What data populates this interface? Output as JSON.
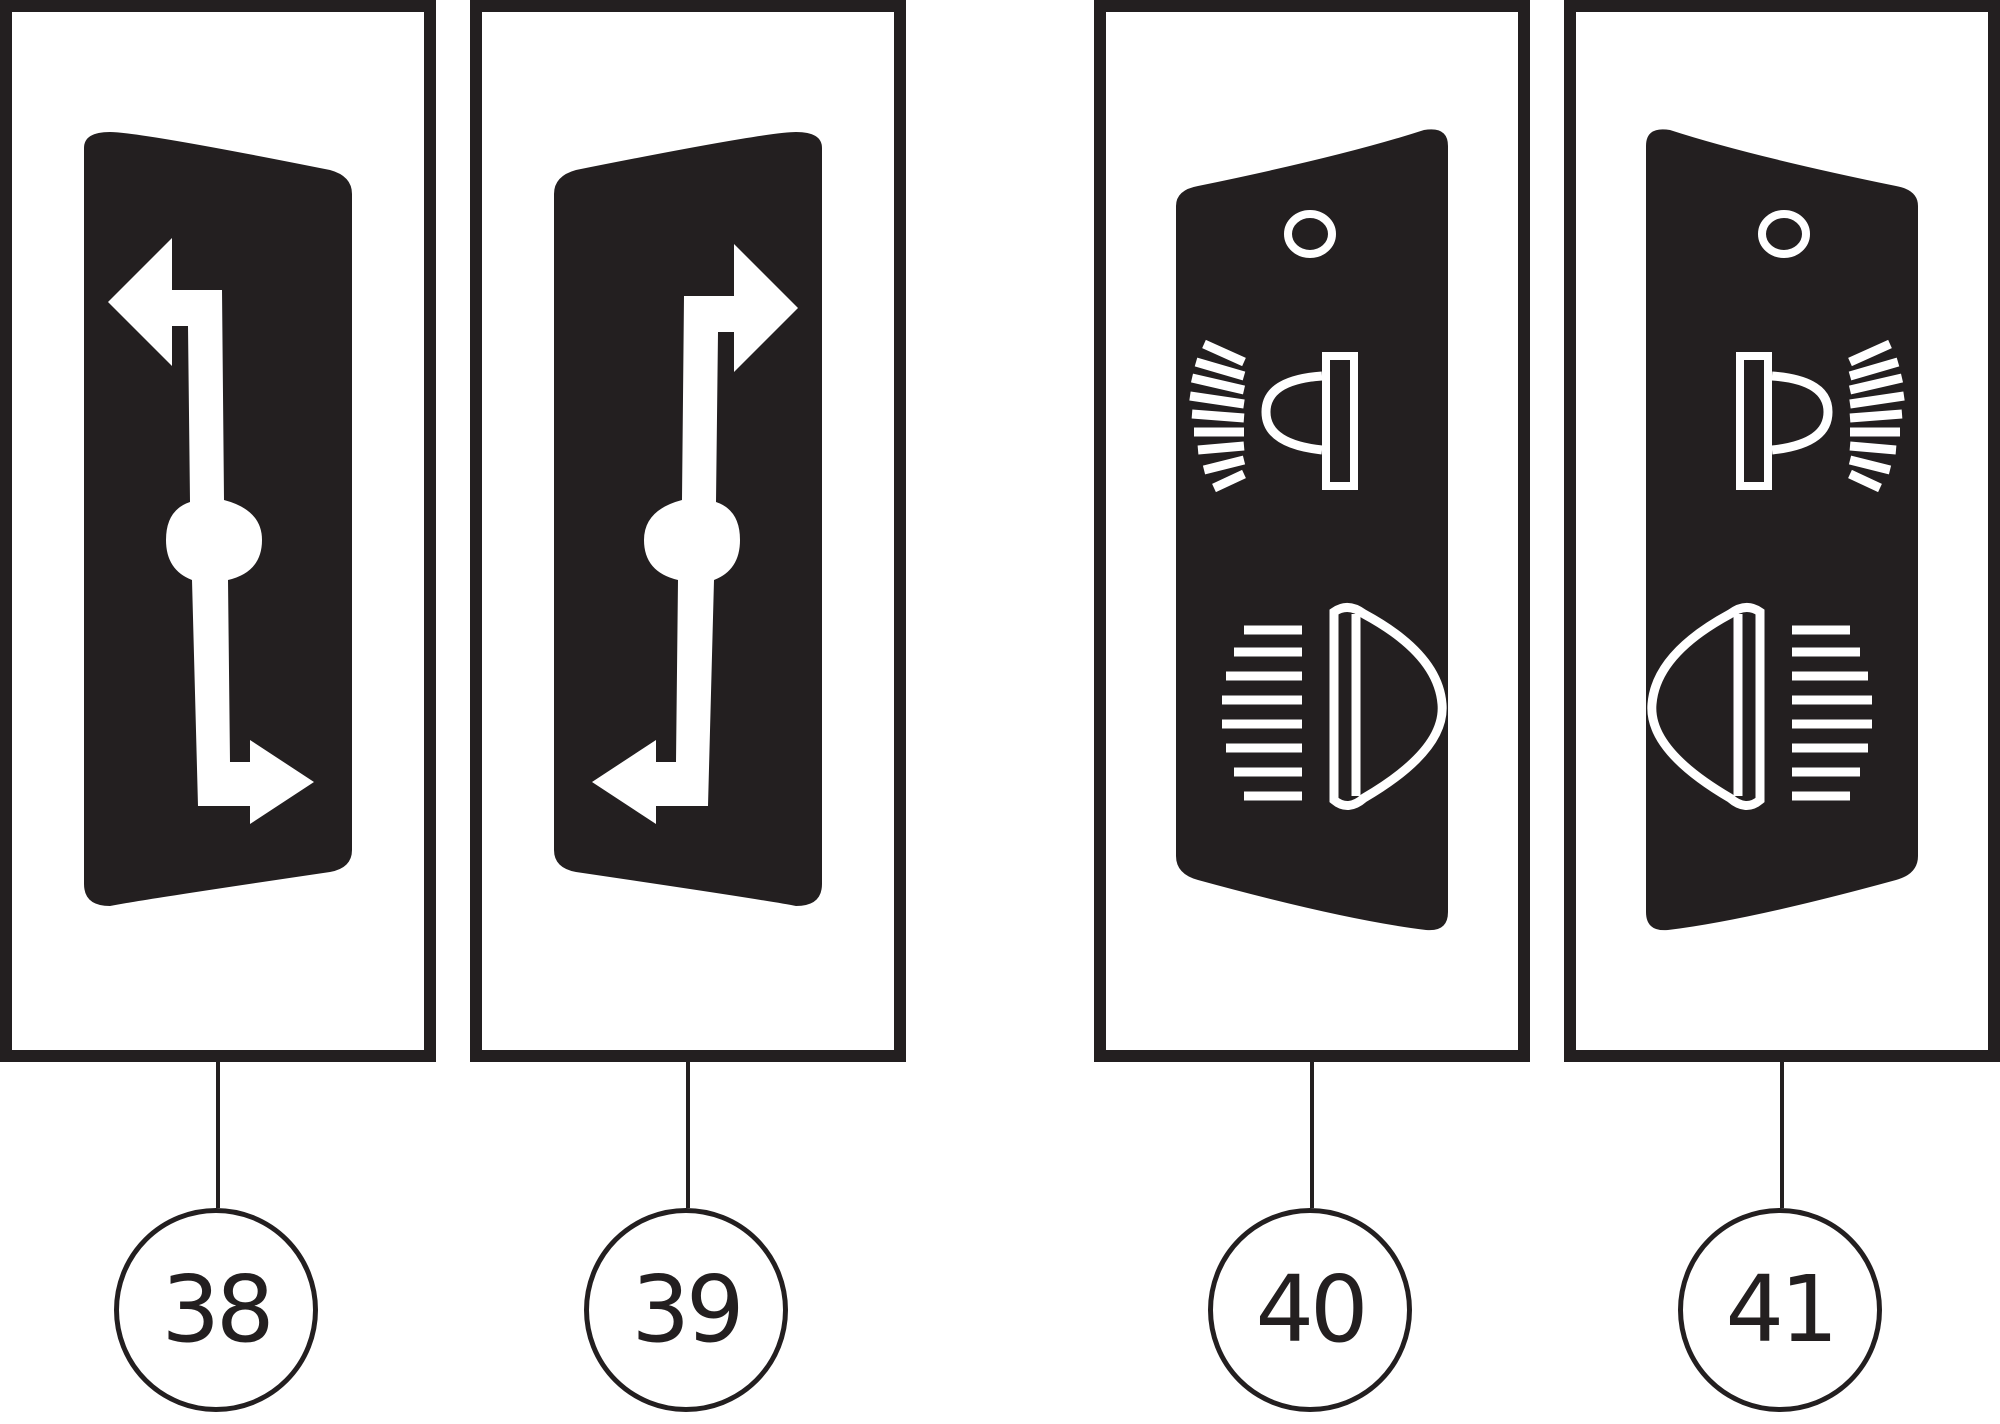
{
  "diagram": {
    "colors": {
      "ink": "#231f20",
      "background": "#ffffff"
    },
    "panels": [
      {
        "id": "38",
        "label": "38",
        "icon": "arrow-left-right-icon",
        "description": "Switch with up-left and down-right arrows"
      },
      {
        "id": "39",
        "label": "39",
        "icon": "arrow-right-left-icon",
        "description": "Switch with up-right and down-left arrows"
      },
      {
        "id": "40",
        "label": "40",
        "icon": "headlight-left-icon",
        "description": "Light switch: off circle, low beam and high beam to the left"
      },
      {
        "id": "41",
        "label": "41",
        "icon": "headlight-right-icon",
        "description": "Light switch: off circle, low beam and high beam to the right"
      }
    ]
  }
}
